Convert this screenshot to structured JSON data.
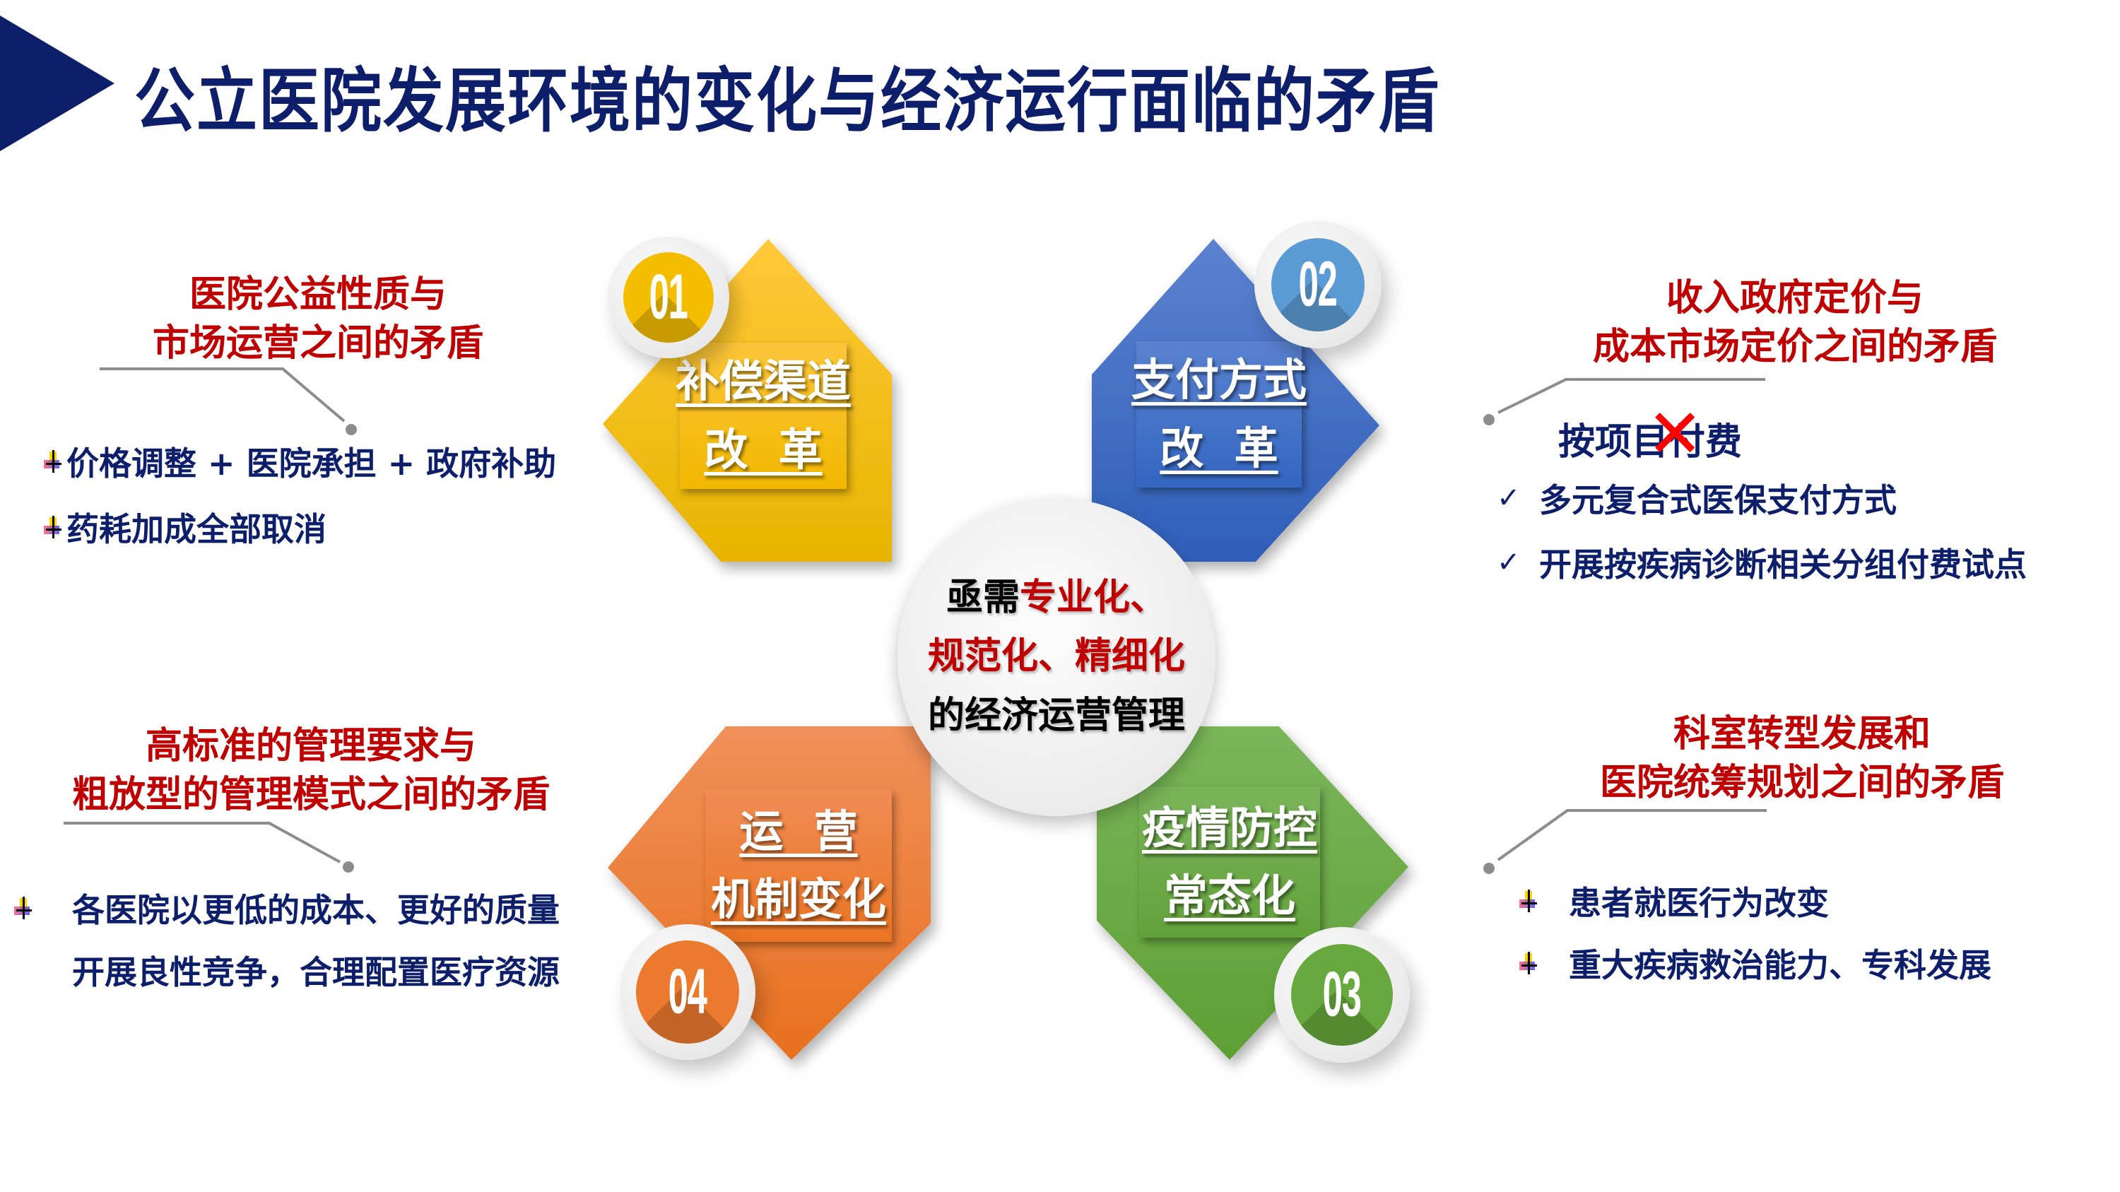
{
  "title": "公立医院发展环境的变化与经济运行面临的矛盾",
  "colors": {
    "title": "#0d1f6a",
    "heading": "#c00000",
    "body": "#0d1f6a",
    "yellow": "#f5bd00",
    "blue": "#3a6cc4",
    "orange": "#ec7a2e",
    "green": "#68a93f"
  },
  "center": {
    "line1_prefix": "亟需",
    "line1_red": "专业化、",
    "line2": "规范化、精细化",
    "line3": "的经济运营管理"
  },
  "quadrants": [
    {
      "id": "01",
      "badge": "01",
      "label_line1": "补偿渠道",
      "label_line2": "改  革",
      "heading_line1": "医院公益性质与",
      "heading_line2": "市场运营之间的矛盾",
      "bullet_icon": "plus-bullet-icon",
      "bullets": [
        "价格调整 + 医院承担 + 政府补助",
        "药耗加成全部取消"
      ]
    },
    {
      "id": "02",
      "badge": "02",
      "label_line1": "支付方式",
      "label_line2": "改  革",
      "heading_line1": "收入政府定价与",
      "heading_line2": "成本市场定价之间的矛盾",
      "crossed_item": "按项目付费",
      "bullet_icon": "checkmark-icon",
      "check_mark": "✓",
      "bullets": [
        "多元复合式医保支付方式",
        "开展按疾病诊断相关分组付费试点"
      ]
    },
    {
      "id": "03",
      "badge": "03",
      "label_line1": "疫情防控",
      "label_line2": "常态化",
      "heading_line1": "科室转型发展和",
      "heading_line2": "医院统筹规划之间的矛盾",
      "bullet_icon": "plus-bullet-icon",
      "bullets": [
        "患者就医行为改变",
        "重大疾病救治能力、专科发展"
      ]
    },
    {
      "id": "04",
      "badge": "04",
      "label_line1": "运  营",
      "label_line2": "机制变化",
      "heading_line1": "高标准的管理要求与",
      "heading_line2": "粗放型的管理模式之间的矛盾",
      "bullet_icon": "plus-bullet-icon",
      "bullets": [
        "各医院以更低的成本、更好的质量",
        "开展良性竞争，合理配置医疗资源"
      ]
    }
  ]
}
